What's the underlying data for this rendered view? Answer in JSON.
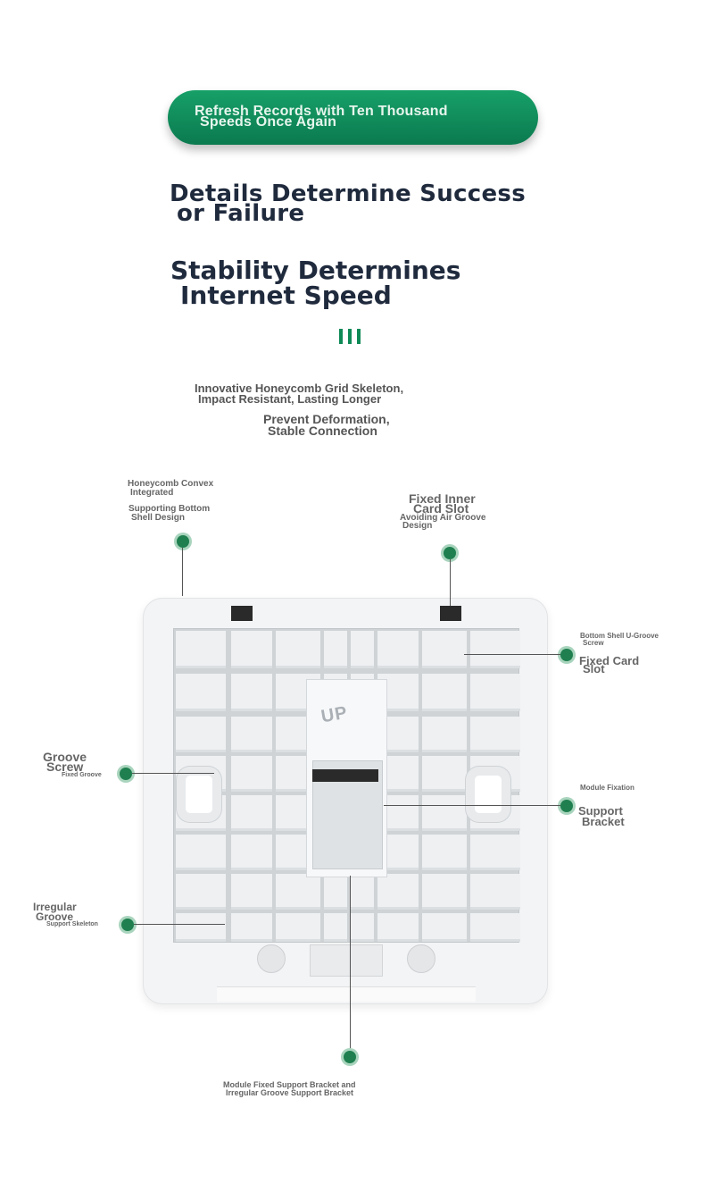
{
  "banner": {
    "line1": "Refresh Records with Ten Thousand",
    "line2": "Speeds Once Again"
  },
  "headline1": {
    "line1": "Details Determine Success",
    "line2": "or Failure"
  },
  "headline2": {
    "line1": "Stability Determines",
    "line2": "Internet Speed"
  },
  "features": {
    "f1_line1": "Innovative Honeycomb Grid Skeleton,",
    "f1_line2": "Impact Resistant, Lasting Longer",
    "f2_line1": "Prevent Deformation,",
    "f2_line2": "Stable Connection"
  },
  "labels": {
    "honeycomb_1": "Honeycomb Convex",
    "honeycomb_2": "Integrated",
    "honeycomb_3": "Supporting Bottom",
    "honeycomb_4": "Shell Design",
    "inner_1": "Fixed Inner",
    "inner_2": "Card Slot",
    "inner_3": "Avoiding Air Groove",
    "inner_4": "Design",
    "ugroove_1": "Bottom Shell U-Groove",
    "ugroove_2": "Screw",
    "fixedcard_1": "Fixed Card",
    "fixedcard_2": "Slot",
    "groove_1": "Groove",
    "groove_2": "Screw",
    "groove_3": "Fixed Groove",
    "modfix_1": "Module Fixation",
    "modfix_2": "Support",
    "modfix_3": "Bracket",
    "irregular_1": "Irregular",
    "irregular_2": "Groove",
    "irregular_3": "Support Skeleton",
    "bottom_1": "Module Fixed Support Bracket and",
    "bottom_2": "Irregular Groove Support Bracket"
  },
  "device": {
    "module_text": "UP"
  },
  "colors": {
    "accent": "#0f8a57",
    "heading": "#1f2a3d",
    "dot": "#1f7f4f"
  }
}
